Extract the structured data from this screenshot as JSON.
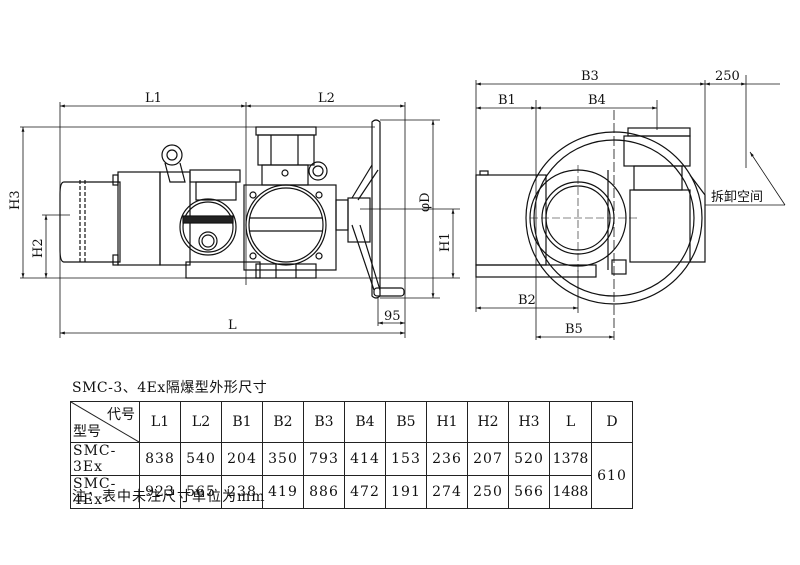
{
  "drawing": {
    "front_view_labels": {
      "L1": "L1",
      "L2": "L2",
      "L": "L",
      "H1": "H1",
      "H2": "H2",
      "H3": "H3",
      "D": "φD",
      "handwheel_offset": "95"
    },
    "side_view_labels": {
      "B1": "B1",
      "B2": "B2",
      "B3": "B3",
      "B4": "B4",
      "B5": "B5",
      "clearance": "250",
      "clearance_note": "拆卸空间"
    }
  },
  "table": {
    "caption": "SMC-3、4Ex隔爆型外形尺寸",
    "corner_code": "代号",
    "corner_model": "型号",
    "headers": [
      "L1",
      "L2",
      "B1",
      "B2",
      "B3",
      "B4",
      "B5",
      "H1",
      "H2",
      "H3",
      "L",
      "D"
    ],
    "rows": [
      {
        "model": "SMC-3Ex",
        "values": [
          "838",
          "540",
          "204",
          "350",
          "793",
          "414",
          "153",
          "236",
          "207",
          "520",
          "1378"
        ]
      },
      {
        "model": "SMC-4Ex",
        "values": [
          "923",
          "565",
          "238",
          "419",
          "886",
          "472",
          "191",
          "274",
          "250",
          "566",
          "1488"
        ]
      }
    ],
    "shared_D": "610",
    "note": "注：表中未注尺寸单位为mm"
  }
}
